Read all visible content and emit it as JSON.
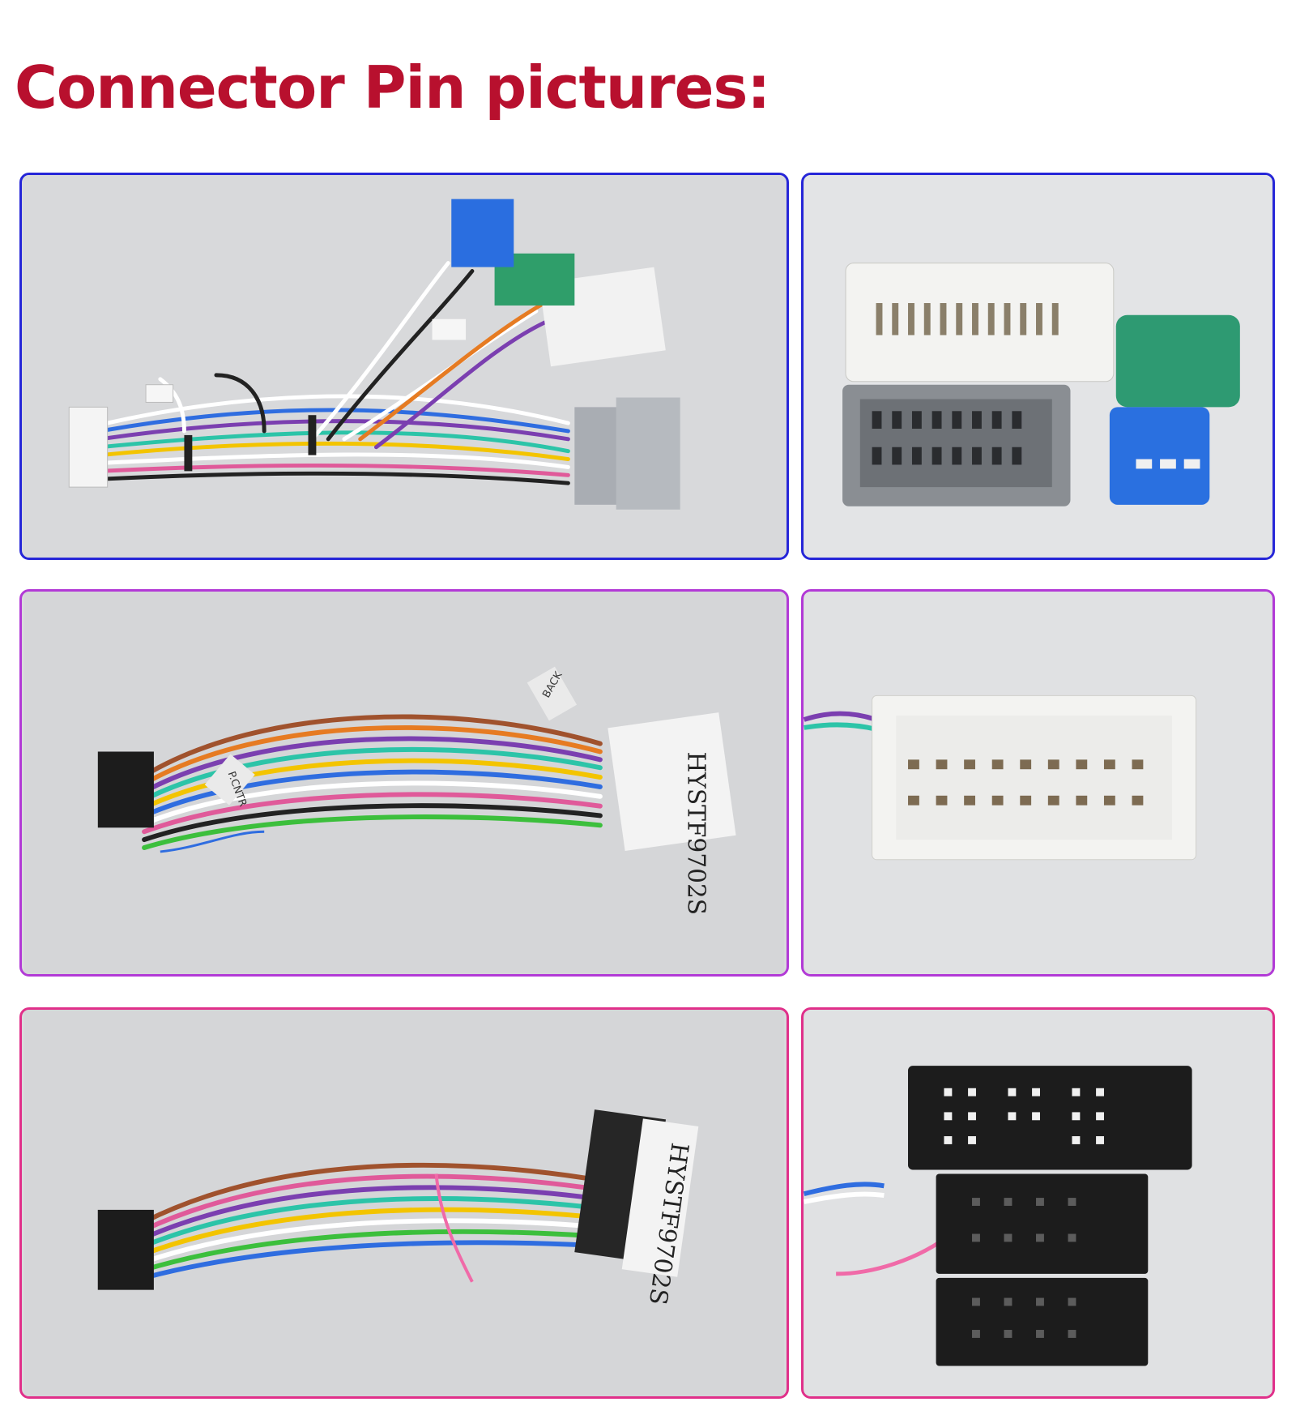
{
  "heading": {
    "text": "Connector Pin pictures:",
    "color": "#b8102e"
  },
  "panels": [
    {
      "name": "harness-overview",
      "border_color": "#2626d8"
    },
    {
      "name": "connector-closeup",
      "border_color": "#2626d8"
    },
    {
      "name": "iso-harness",
      "border_color": "#b23ad6",
      "labels": {
        "pcntr": "P.CNTR",
        "back": "BACK",
        "model": "HYSTF9702S"
      }
    },
    {
      "name": "connector-face",
      "border_color": "#b23ad6"
    },
    {
      "name": "iso-harness-2",
      "border_color": "#e0308a",
      "labels": {
        "model": "HYSTF9702S"
      }
    },
    {
      "name": "iso-plug-face",
      "border_color": "#e0308a"
    }
  ],
  "icons": [
    "harness-photo",
    "connector-photo",
    "iso-plug-photo"
  ]
}
